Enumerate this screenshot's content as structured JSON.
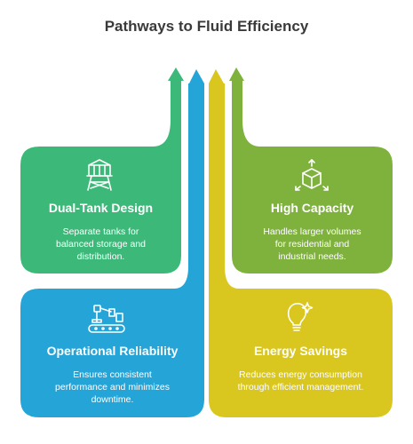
{
  "title": "Pathways to Fluid Efficiency",
  "colors": {
    "green": "#3cb979",
    "olive": "#7fb13d",
    "blue": "#25a4d8",
    "yellow": "#d9c61e"
  },
  "cards": [
    {
      "title": "Dual-Tank Design",
      "description": [
        "Separate tanks for",
        "balanced storage and",
        "distribution."
      ],
      "icon": "water-tower-icon",
      "color": "#3cb979"
    },
    {
      "title": "High Capacity",
      "description": [
        "Handles larger volumes",
        "for residential and",
        "industrial needs."
      ],
      "icon": "box-expand-icon",
      "color": "#7fb13d"
    },
    {
      "title": "Operational Reliability",
      "description": [
        "Ensures consistent",
        "performance and minimizes",
        "downtime."
      ],
      "icon": "robot-arm-conveyor-icon",
      "color": "#25a4d8"
    },
    {
      "title": "Energy Savings",
      "description": [
        "Reduces energy consumption",
        "through efficient management."
      ],
      "icon": "lightbulb-sparkle-icon",
      "color": "#d9c61e"
    }
  ]
}
